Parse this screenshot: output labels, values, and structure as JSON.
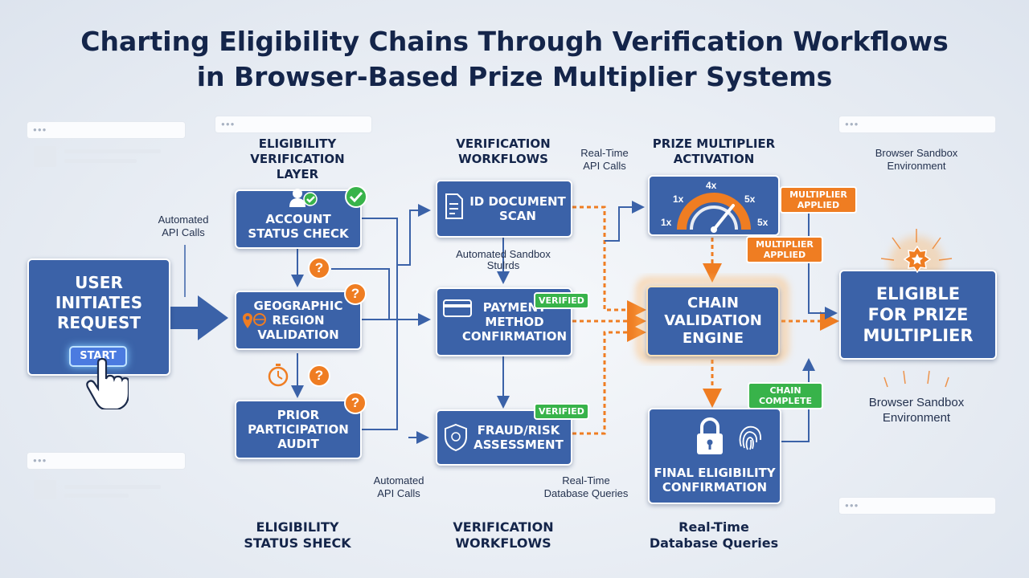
{
  "title": {
    "line1": "Charting Eligibility Chains Through Verification Workflows",
    "line2": "in Browser-Based Prize Multiplier Systems"
  },
  "columns": {
    "eligibility_header": [
      "ELIGIBILITY",
      "VERIFICATION",
      "LAYER"
    ],
    "verification_header": [
      "VERIFICATION",
      "WORKFLOWS"
    ],
    "prize_header": [
      "PRIZE MULTIPLIER",
      "ACTIVATION"
    ]
  },
  "start_box": {
    "lines": [
      "USER",
      "INITIATES",
      "REQUEST"
    ],
    "button": "START"
  },
  "eligibility_nodes": [
    {
      "lines": [
        "ACCOUNT",
        "STATUS CHECK"
      ]
    },
    {
      "lines": [
        "GEOGRAPHIC",
        "REGION",
        "VALIDATION"
      ]
    },
    {
      "lines": [
        "PRIOR",
        "PARTICIPATION",
        "AUDIT"
      ]
    }
  ],
  "verification_nodes": [
    {
      "lines": [
        "ID DOCUMENT",
        "SCAN"
      ]
    },
    {
      "lines": [
        "PAYMENT",
        "METHOD",
        "CONFIRMATION"
      ],
      "badge": "VERIFIED"
    },
    {
      "lines": [
        "FRAUD/RISK",
        "ASSESSMENT"
      ],
      "badge": "VERIFIED"
    }
  ],
  "multiplier_box": {
    "labels": [
      "1x",
      "4x",
      "5x",
      "1x",
      "5x"
    ]
  },
  "engine_box": {
    "lines": [
      "CHAIN",
      "VALIDATION",
      "ENGINE"
    ]
  },
  "final_box": {
    "lines": [
      "FINAL ELIGIBILITY",
      "CONFIRMATION"
    ]
  },
  "result_box": {
    "lines": [
      "ELIGIBLE",
      "FOR PRIZE",
      "MULTIPLIER"
    ]
  },
  "badges": {
    "multiplier_applied_1": [
      "MULTIPLIER",
      "APPLIED"
    ],
    "multiplier_applied_2": [
      "MULTIPLIER",
      "APPLIED"
    ],
    "chain_complete": [
      "CHAIN",
      "COMPLETE"
    ],
    "question": "?"
  },
  "notes": {
    "automated_api_top": [
      "Automated",
      "API Calls"
    ],
    "realtime_api": [
      "Real-Time",
      "API Calls"
    ],
    "automated_sandbox": [
      "Automated Sandbox",
      "Stulrds"
    ],
    "automated_api_bottom": [
      "Automated",
      "API Calls"
    ],
    "realtime_db_small": [
      "Real-Time",
      "Database Queries"
    ],
    "browser_sandbox_top": [
      "Browser Sandbox",
      "Environment"
    ],
    "browser_sandbox_mid": [
      "Browser Sandbox",
      "Environment"
    ]
  },
  "footer": {
    "col1": [
      "ELIGIBILITY",
      "STATUS SHECK"
    ],
    "col2": [
      "VERIFICATION",
      "WORKFLOWS"
    ],
    "col3": [
      "Real-Time",
      "Database Queries"
    ]
  },
  "colors": {
    "node_blue": "#3b62a8",
    "flow_orange": "#ef7d22",
    "verified_green": "#38b34a",
    "title_navy": "#14254a"
  }
}
